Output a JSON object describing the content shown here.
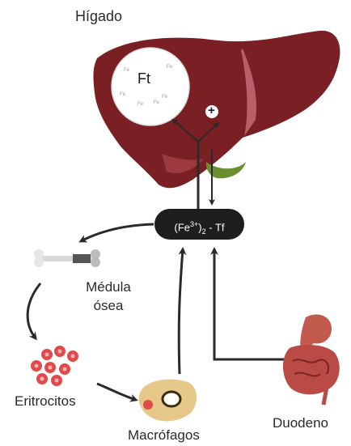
{
  "labels": {
    "liver": "Hígado",
    "ferritin": "Ft",
    "marrow_line1": "Médula",
    "marrow_line2": "ósea",
    "erythrocytes": "Eritrocitos",
    "macrophages": "Macrófagos",
    "duodenum": "Duodeno",
    "stimulation_sign": "+"
  },
  "transferrin": {
    "base": "(Fe",
    "charge": "3+",
    "close": ")",
    "count": "2",
    "suffix": " - Tf"
  },
  "ferritin_iron_label": "Fe",
  "colors": {
    "liver": "#7a1f24",
    "liver_highlight": "#c96f7a",
    "gallbladder": "#6a8f2e",
    "transferrin_box": "#1e1e1e",
    "arrow": "#2a2a2a",
    "erythrocyte": "#e04a4a",
    "macrophage": "#e6c98a",
    "duodenum": "#b94a46"
  },
  "icons": [
    "bone-icon",
    "liver-icon",
    "ferritin-icon",
    "erythrocytes-icon",
    "macrophage-icon",
    "duodenum-icon"
  ]
}
